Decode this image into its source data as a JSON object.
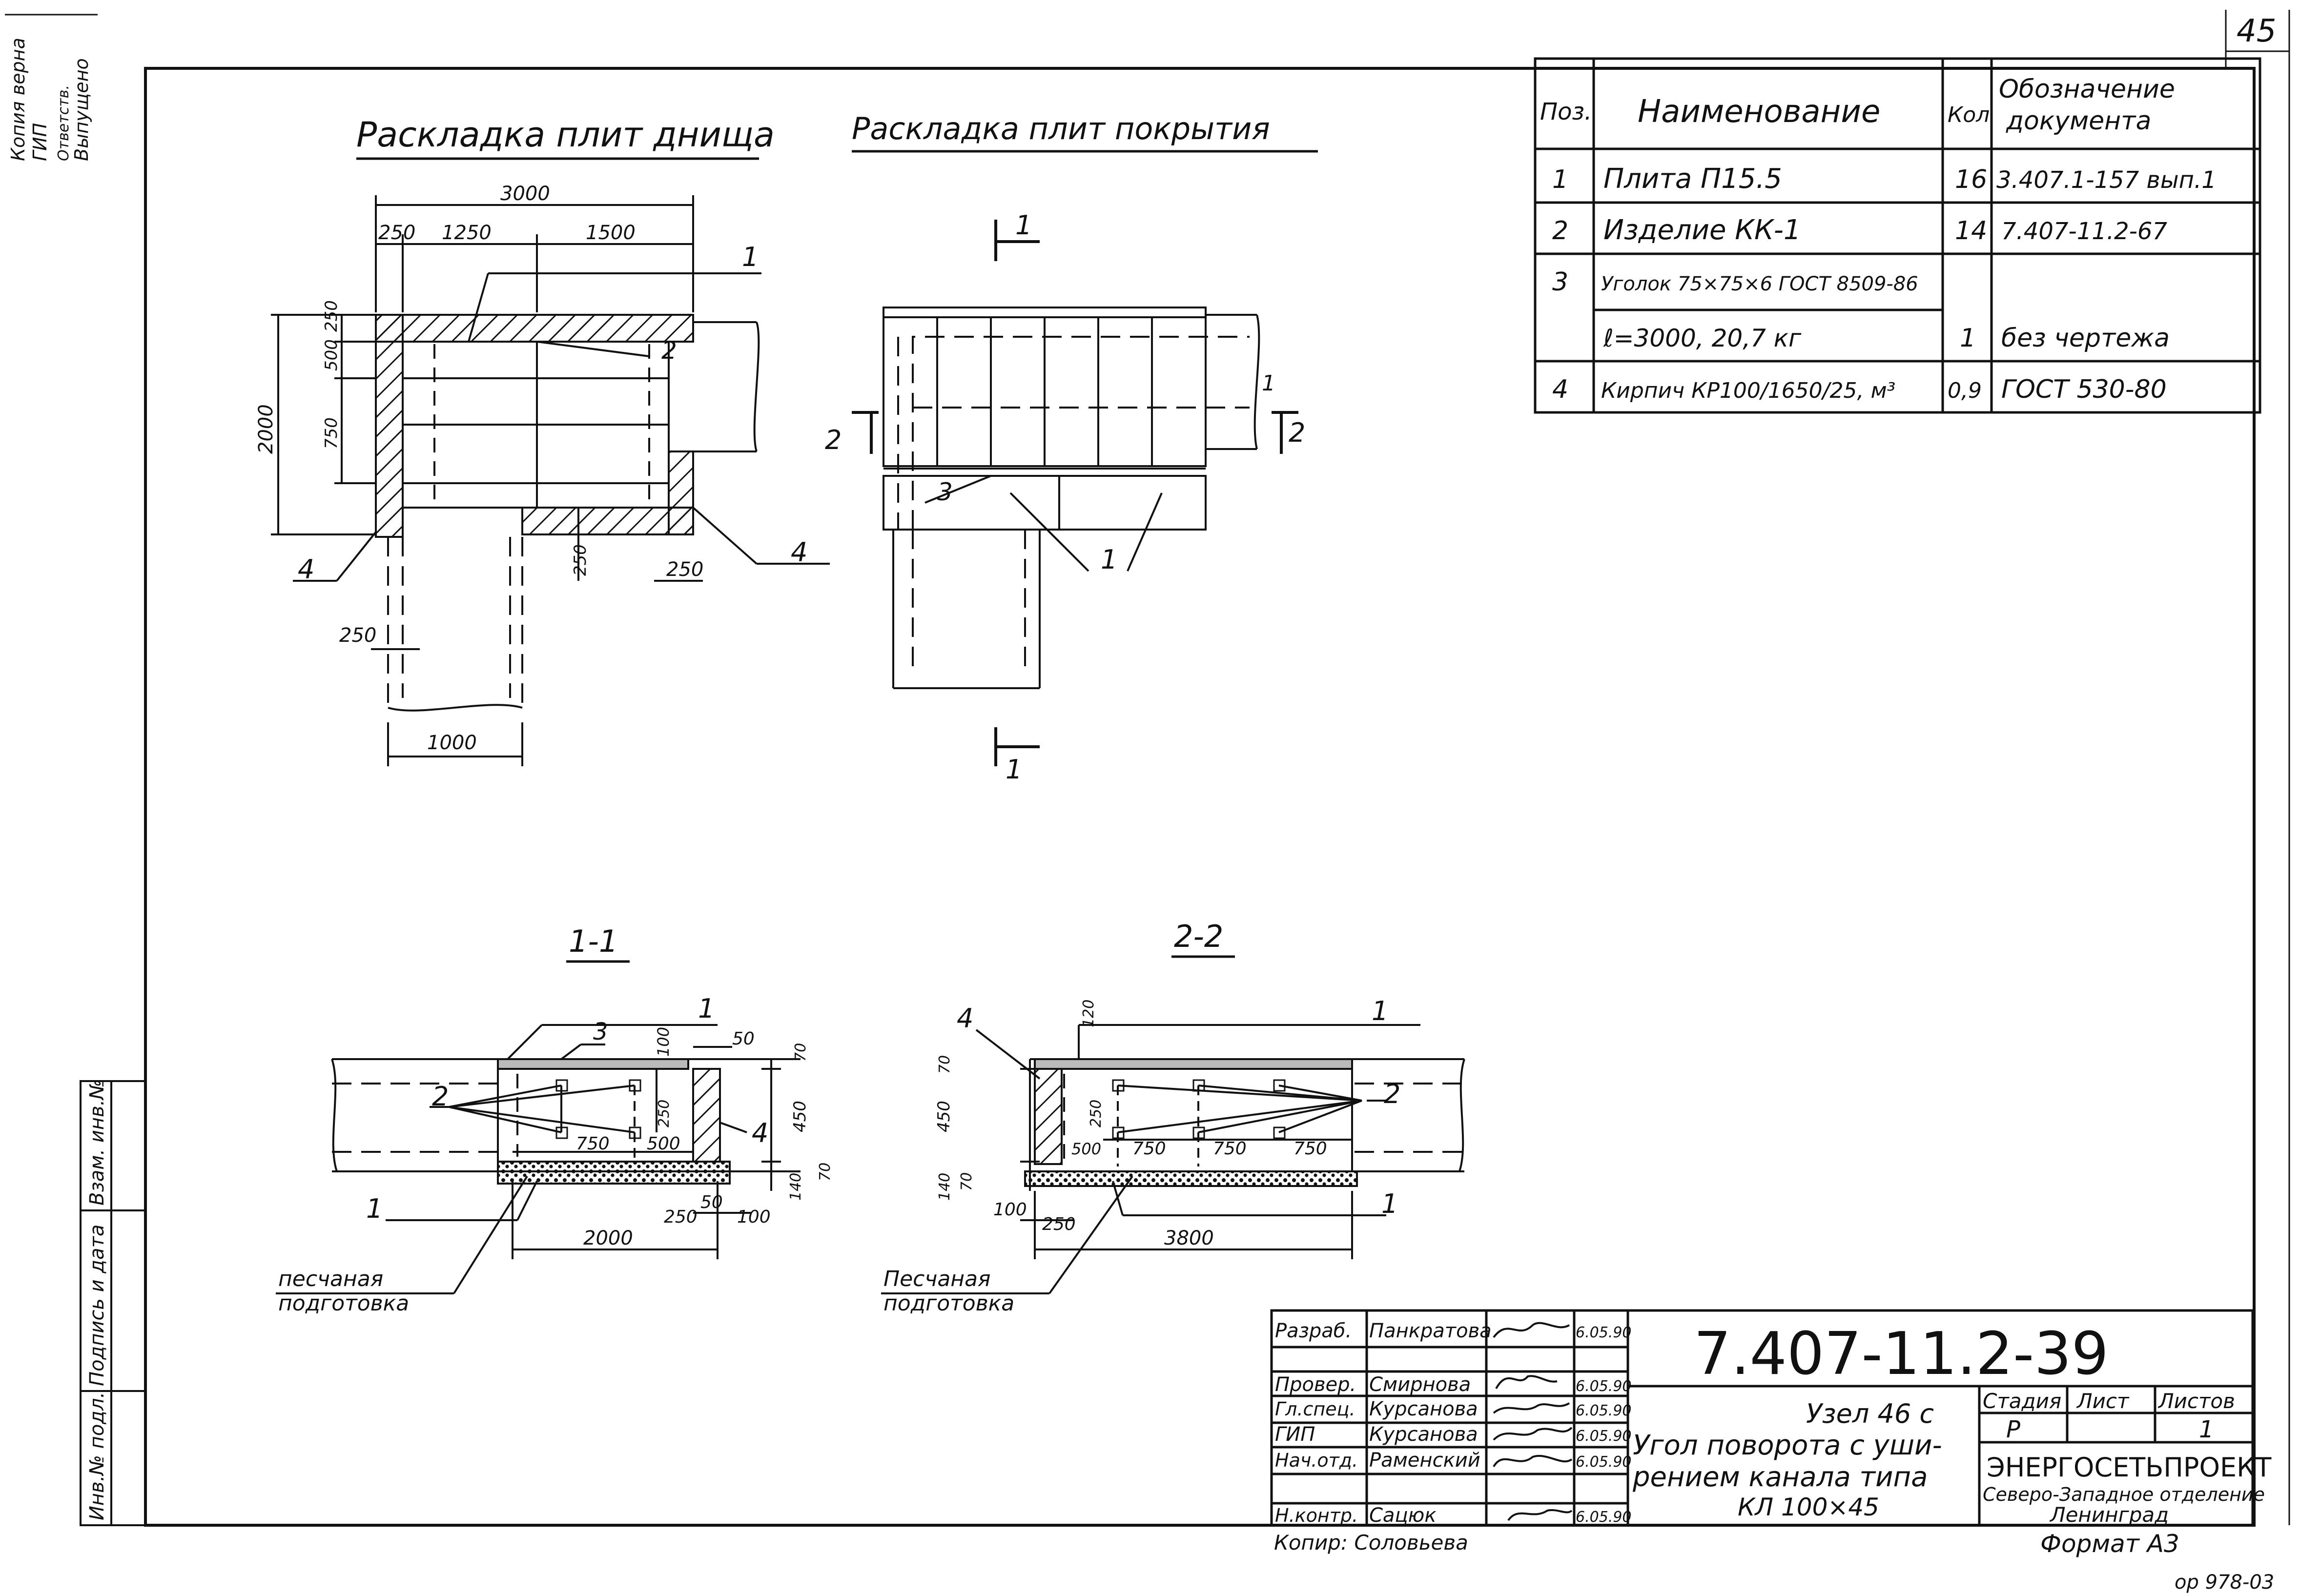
{
  "page_number": "45",
  "copy_code": "op 978-03",
  "format_label": "Формат А3",
  "copier": "Копир: Соловьева",
  "headings": {
    "bottom_layout": "Раскладка плит днища",
    "cover_layout": "Раскладка плит покрытия",
    "section_1": "1-1",
    "section_2": "2-2"
  },
  "plan_bottom": {
    "dims": [
      "3000",
      "250",
      "1250",
      "1500",
      "250",
      "500",
      "750",
      "2000",
      "250",
      "250",
      "250",
      "1000"
    ],
    "callouts": [
      "1",
      "2",
      "4",
      "4"
    ]
  },
  "plan_cover": {
    "callouts": [
      "1",
      "1",
      "3",
      "1",
      "1",
      "2",
      "2"
    ]
  },
  "section_1_1": {
    "dims": [
      "100",
      "50",
      "70",
      "250",
      "450",
      "70",
      "750",
      "500",
      "140",
      "50",
      "100",
      "250",
      "2000"
    ],
    "callouts": [
      "1",
      "3",
      "2",
      "4",
      "1"
    ],
    "note": [
      "песчаная",
      "подготовка"
    ]
  },
  "section_2_2": {
    "dims": [
      "120",
      "70",
      "250",
      "450",
      "500",
      "750",
      "750",
      "750",
      "140",
      "70",
      "100",
      "250",
      "3800"
    ],
    "callouts": [
      "4",
      "1",
      "2",
      "1"
    ],
    "note": [
      "Песчаная",
      "подготовка"
    ]
  },
  "spec_table": {
    "headers": [
      "Поз.",
      "Наименование",
      "Кол",
      "Обозначение документа"
    ],
    "rows": [
      [
        "1",
        "Плита П15.5",
        "16",
        "3.407.1-157 вып.1"
      ],
      [
        "2",
        "Изделие КК-1",
        "14",
        "7.407-11.2-67"
      ],
      [
        "3",
        "Уголок 75×75×6 ГОСТ 8509-86",
        "",
        ""
      ],
      [
        "",
        "ℓ=3000, 20,7 кг",
        "1",
        "без чертежа"
      ],
      [
        "4",
        "Кирпич КР100/1650/25, м³",
        "0,9",
        "ГОСТ 530-80"
      ]
    ]
  },
  "title_block": {
    "doc_number": "7.407-11.2-39",
    "title_lines": [
      "Узел 46 с",
      "Угол поворота с уши-",
      "рением канала типа",
      "КЛ 100×45"
    ],
    "stage_headers": [
      "Стадия",
      "Лист",
      "Листов"
    ],
    "stage_values": [
      "Р",
      "",
      "1"
    ],
    "org_lines": [
      "ЭНЕРГОСЕТЬПРОЕКТ",
      "Северо-Западное отделение",
      "Ленинград"
    ],
    "signatures": [
      {
        "role": "Разраб.",
        "name": "Панкратова",
        "date": "6.05.90"
      },
      {
        "role": "",
        "name": "",
        "date": ""
      },
      {
        "role": "Провер.",
        "name": "Смирнова",
        "date": "6.05.90"
      },
      {
        "role": "Гл.спец.",
        "name": "Курсанова",
        "date": "6.05.90"
      },
      {
        "role": "ГИП",
        "name": "Курсанова",
        "date": "6.05.90"
      },
      {
        "role": "Нач.отд.",
        "name": "Раменский",
        "date": "6.05.90"
      },
      {
        "role": "",
        "name": "",
        "date": ""
      },
      {
        "role": "Н.контр.",
        "name": "Сацюк",
        "date": "6.05.90"
      }
    ]
  },
  "side_stamp": [
    "Взам. инв.№",
    "Подпись и дата",
    "Инв.№ подл."
  ],
  "corner_stamp": [
    "Копия верна",
    "ГИП",
    "Ответств.",
    "Выпущено"
  ]
}
